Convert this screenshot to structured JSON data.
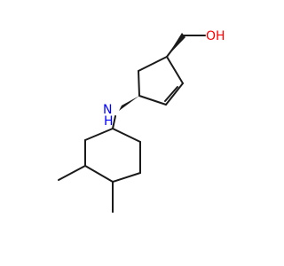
{
  "molecule": {
    "atoms": [
      {
        "id": "hydroxyl",
        "label": "OH",
        "color": "#ff0000"
      },
      {
        "id": "amine",
        "label": "N",
        "color": "#0000ff"
      },
      {
        "id": "amine_h",
        "label": "H",
        "color": "#0000ff"
      }
    ],
    "bond_color": "#1a1a1a"
  }
}
